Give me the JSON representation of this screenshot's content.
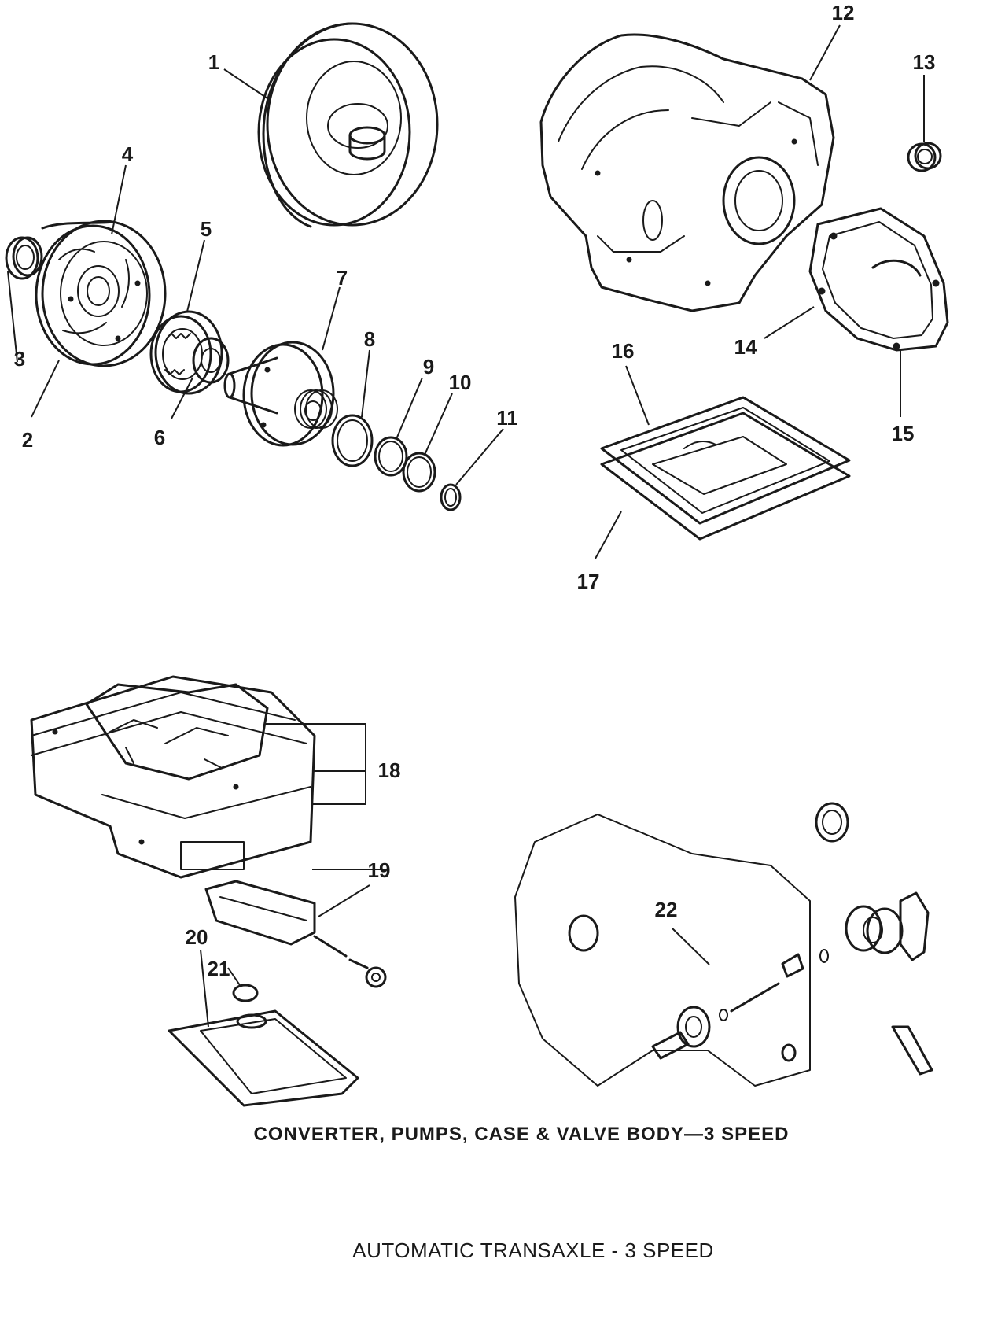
{
  "callouts": [
    "1",
    "2",
    "3",
    "4",
    "5",
    "6",
    "7",
    "8",
    "9",
    "10",
    "11",
    "12",
    "13",
    "14",
    "15",
    "16",
    "17",
    "18",
    "19",
    "20",
    "21",
    "22"
  ],
  "caption": "CONVERTER, PUMPS, CASE & VALVE BODY—3 SPEED",
  "title": "AUTOMATIC TRANSAXLE - 3 SPEED",
  "icons": [
    "torque-converter",
    "oil-seal",
    "pump-body",
    "pump-gear",
    "stator-shaft",
    "seal-ring",
    "transaxle-case",
    "side-cover",
    "oil-pan",
    "gasket",
    "valve-body",
    "solenoid",
    "oil-strainer",
    "speedometer-gear"
  ]
}
